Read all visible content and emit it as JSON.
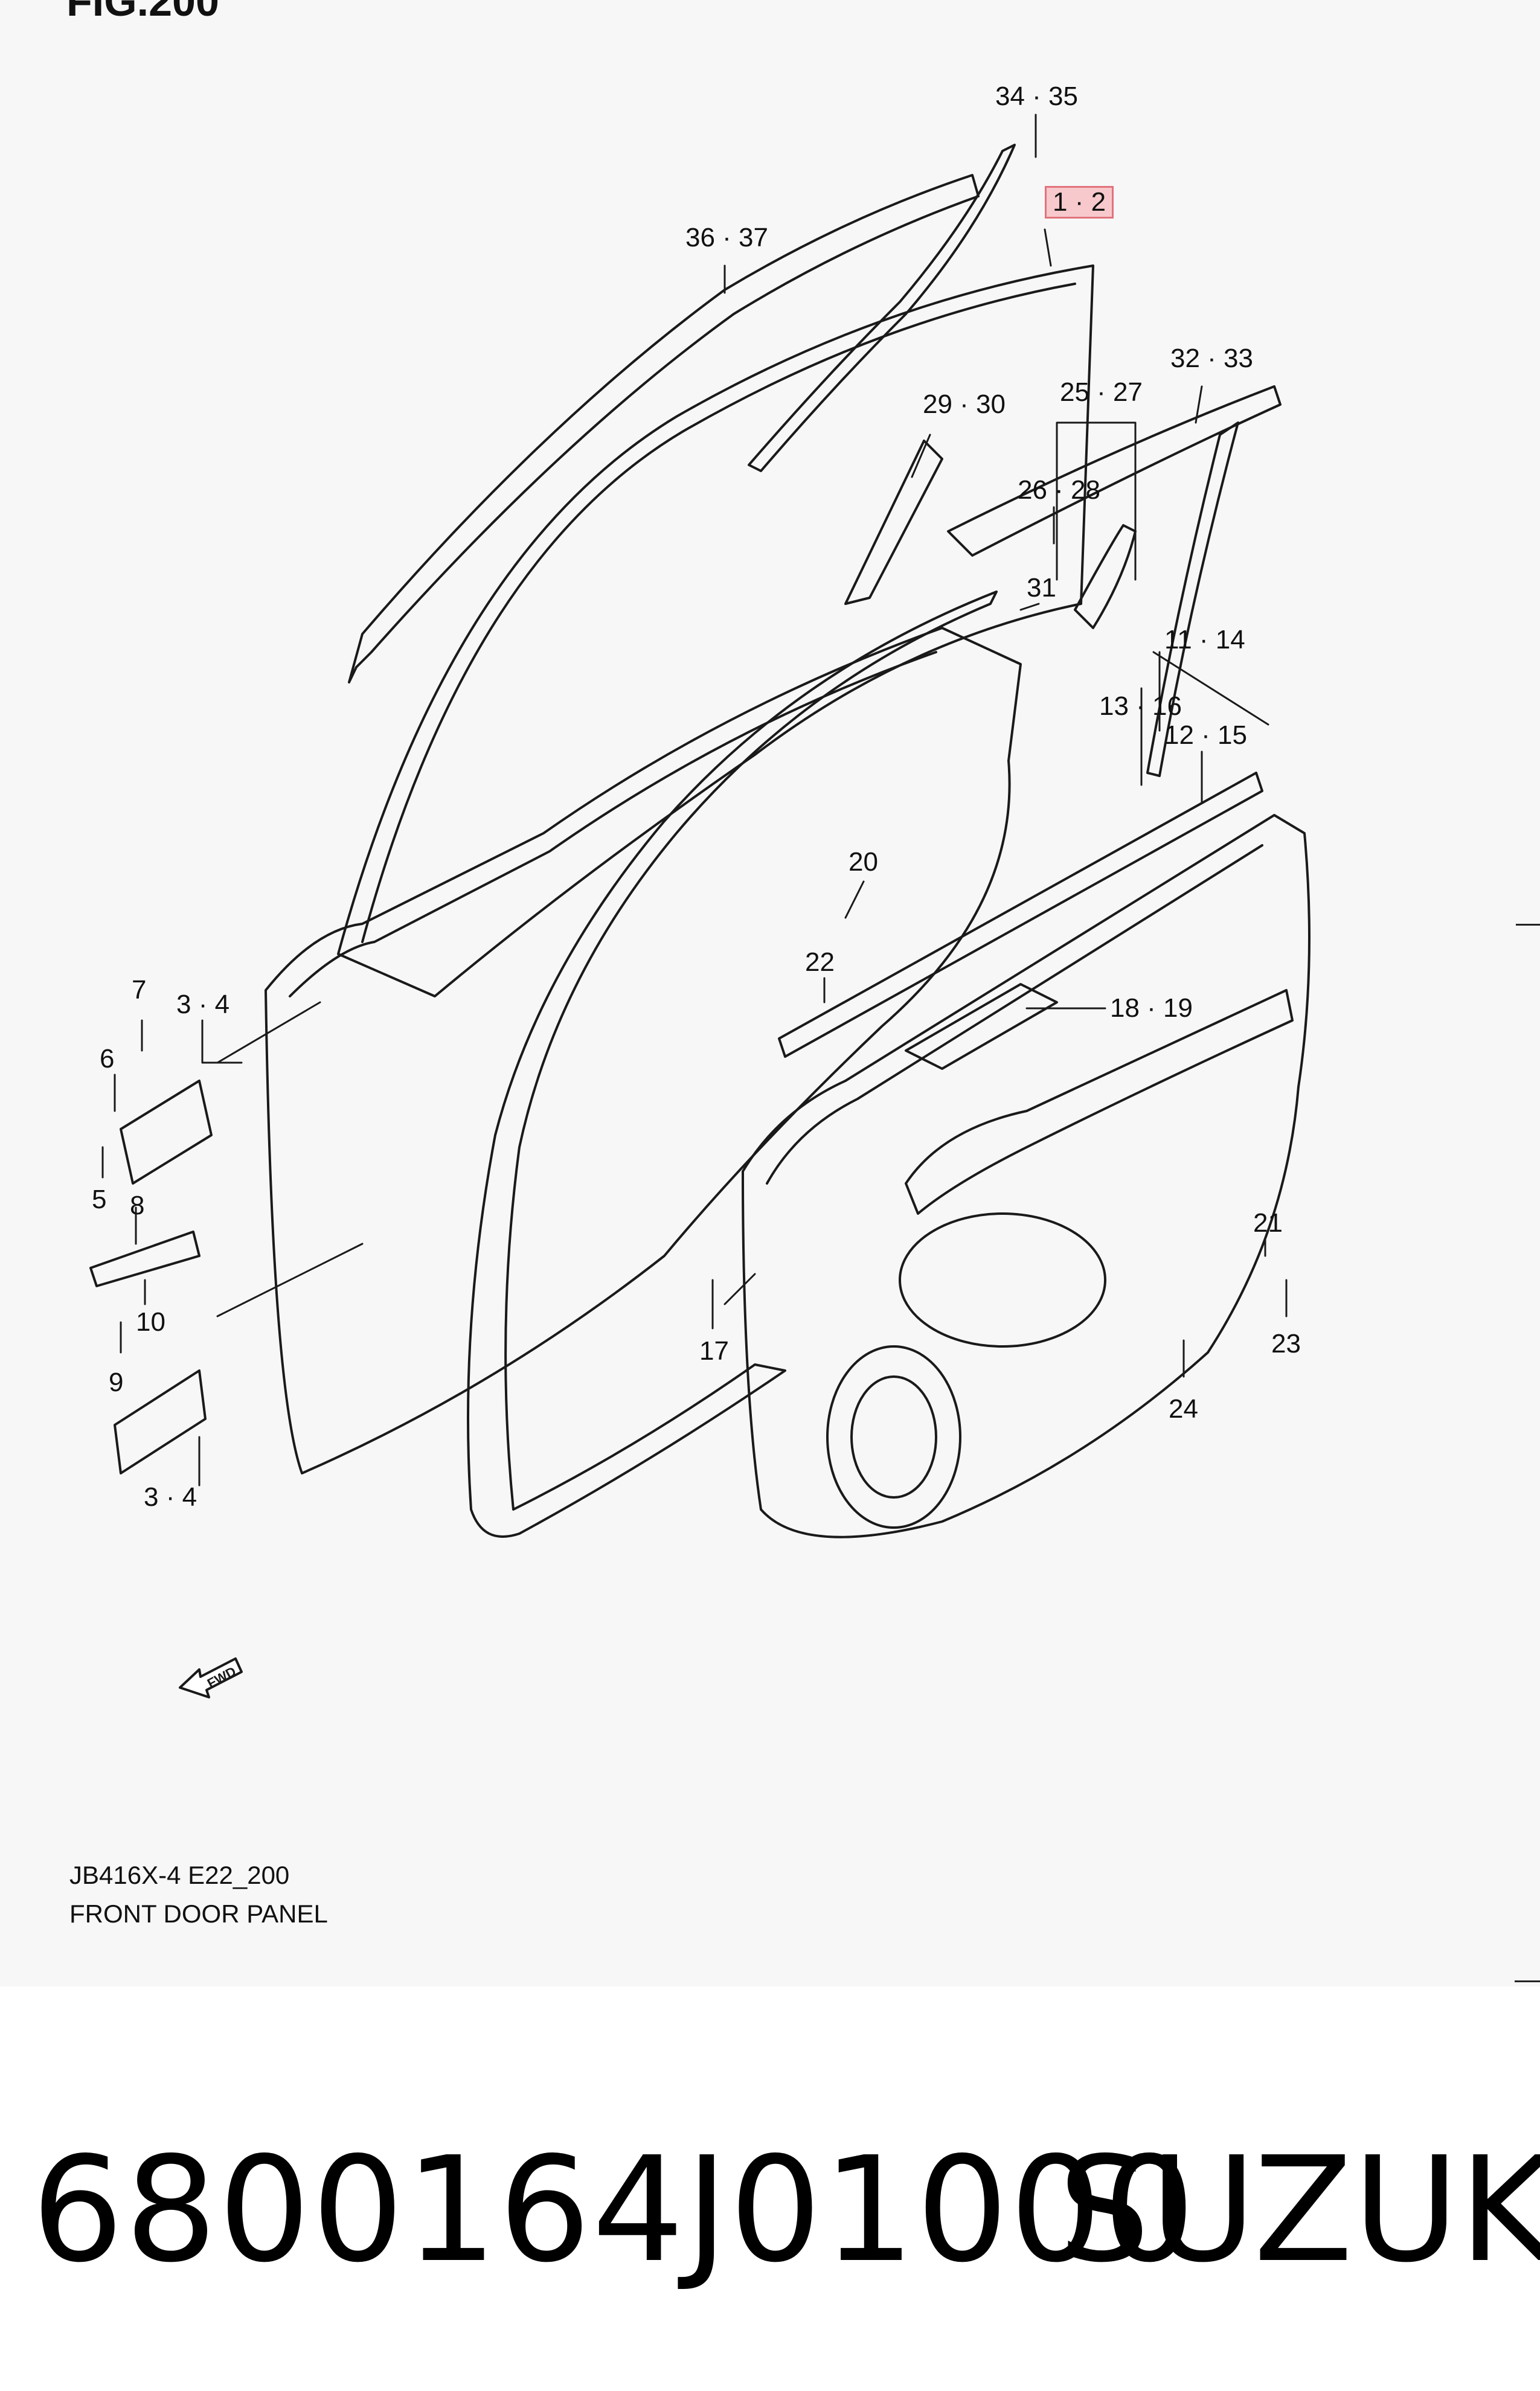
{
  "figure": {
    "title": "FIG.200"
  },
  "caption": {
    "code": "JB416X-4 E22_200",
    "name": "FRONT DOOR PANEL"
  },
  "direction_marker": {
    "text": "FWD"
  },
  "callouts": [
    {
      "id": "c-34-35",
      "text": "34 · 35",
      "highlighted": false
    },
    {
      "id": "c-1-2",
      "text": "1 · 2",
      "highlighted": true
    },
    {
      "id": "c-36-37",
      "text": "36 · 37",
      "highlighted": false
    },
    {
      "id": "c-32-33",
      "text": "32 · 33",
      "highlighted": false
    },
    {
      "id": "c-29-30",
      "text": "29 · 30",
      "highlighted": false
    },
    {
      "id": "c-25-27",
      "text": "25 · 27",
      "highlighted": false
    },
    {
      "id": "c-26-28",
      "text": "26 · 28",
      "highlighted": false
    },
    {
      "id": "c-31",
      "text": "31",
      "highlighted": false
    },
    {
      "id": "c-11-14",
      "text": "11 · 14",
      "highlighted": false
    },
    {
      "id": "c-13-16",
      "text": "13 · 16",
      "highlighted": false
    },
    {
      "id": "c-12-15",
      "text": "12 · 15",
      "highlighted": false
    },
    {
      "id": "c-20",
      "text": "20",
      "highlighted": false
    },
    {
      "id": "c-22",
      "text": "22",
      "highlighted": false
    },
    {
      "id": "c-18-19",
      "text": "18 · 19",
      "highlighted": false
    },
    {
      "id": "c-7",
      "text": "7",
      "highlighted": false
    },
    {
      "id": "c-3-4-top",
      "text": "3 · 4",
      "highlighted": false
    },
    {
      "id": "c-6",
      "text": "6",
      "highlighted": false
    },
    {
      "id": "c-5",
      "text": "5",
      "highlighted": false
    },
    {
      "id": "c-8",
      "text": "8",
      "highlighted": false
    },
    {
      "id": "c-10",
      "text": "10",
      "highlighted": false
    },
    {
      "id": "c-9",
      "text": "9",
      "highlighted": false
    },
    {
      "id": "c-3-4-bottom",
      "text": "3 · 4",
      "highlighted": false
    },
    {
      "id": "c-17",
      "text": "17",
      "highlighted": false
    },
    {
      "id": "c-21",
      "text": "21",
      "highlighted": false
    },
    {
      "id": "c-23",
      "text": "23",
      "highlighted": false
    },
    {
      "id": "c-24",
      "text": "24",
      "highlighted": false
    }
  ],
  "footer": {
    "part_number": "6800164J01000",
    "brand": "SUZUKI"
  },
  "colors": {
    "line": "#1a1a1a",
    "panel_bg": "#f7f7f7",
    "highlight_fill": "#f7c9cc",
    "highlight_border": "#e2737b"
  }
}
